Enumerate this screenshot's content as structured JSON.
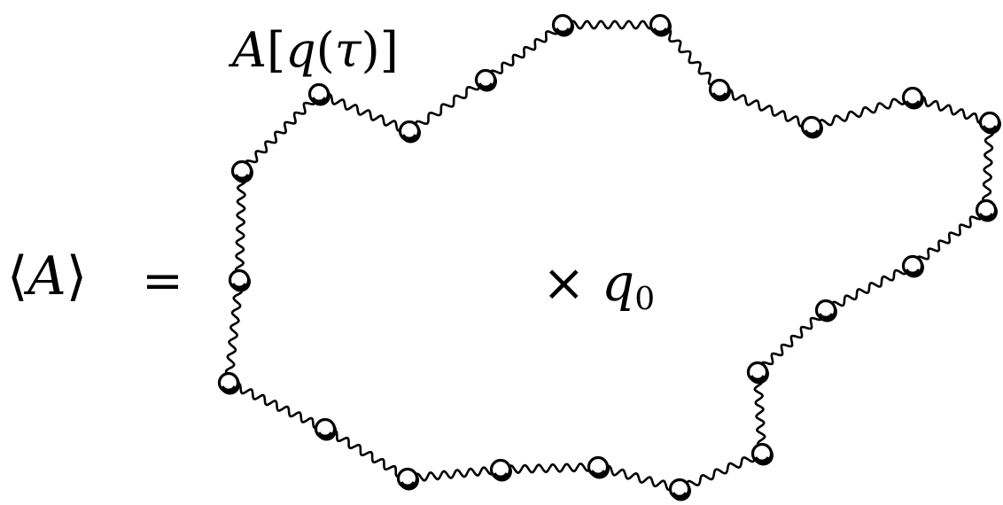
{
  "equation": {
    "lhs_open": "⟨",
    "lhs_symbol": "A",
    "lhs_close": "⟩",
    "equals": "="
  },
  "path_label": {
    "functional": "A",
    "open_bracket": "[",
    "variable": "q",
    "open_paren": "(",
    "argument": "τ",
    "close_paren": ")",
    "close_bracket": "]"
  },
  "center_label": {
    "marker": "×",
    "symbol": "q",
    "subscript": "0"
  },
  "colors": {
    "line": "#000000",
    "bead_fill": "#ffffff"
  },
  "icons": [
    "bead-icon",
    "wavy-spring-icon"
  ]
}
